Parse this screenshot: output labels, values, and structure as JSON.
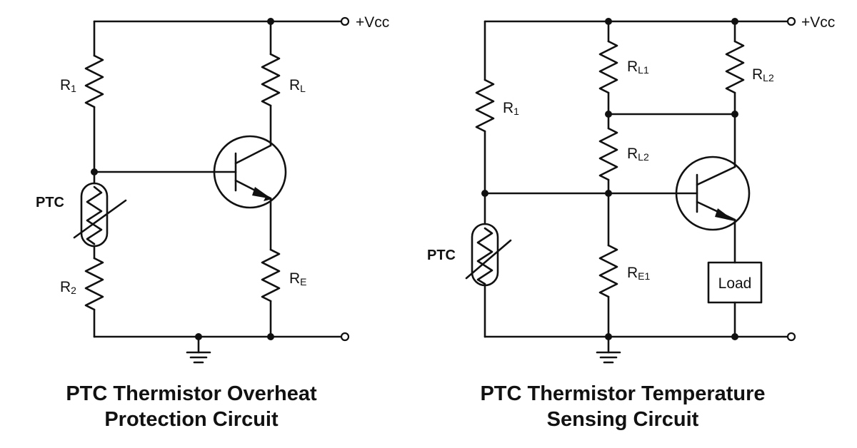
{
  "left_circuit": {
    "vcc_label": "+Vcc",
    "r1": {
      "main": "R",
      "sub": "1"
    },
    "r2": {
      "main": "R",
      "sub": "2"
    },
    "rl": {
      "main": "R",
      "sub": "L"
    },
    "re": {
      "main": "R",
      "sub": "E"
    },
    "ptc_label": "PTC",
    "caption_line1": "PTC Thermistor Overheat",
    "caption_line2": "Protection Circuit"
  },
  "right_circuit": {
    "vcc_label": "+Vcc",
    "r1": {
      "main": "R",
      "sub": "1"
    },
    "rl1": {
      "main": "R",
      "sub": "L1"
    },
    "rl2_top": {
      "main": "R",
      "sub": "L2"
    },
    "rl2_mid": {
      "main": "R",
      "sub": "L2"
    },
    "re1": {
      "main": "R",
      "sub": "E1"
    },
    "ptc_label": "PTC",
    "load_label": "Load",
    "caption_line1": "PTC Thermistor Temperature",
    "caption_line2": "Sensing Circuit"
  }
}
